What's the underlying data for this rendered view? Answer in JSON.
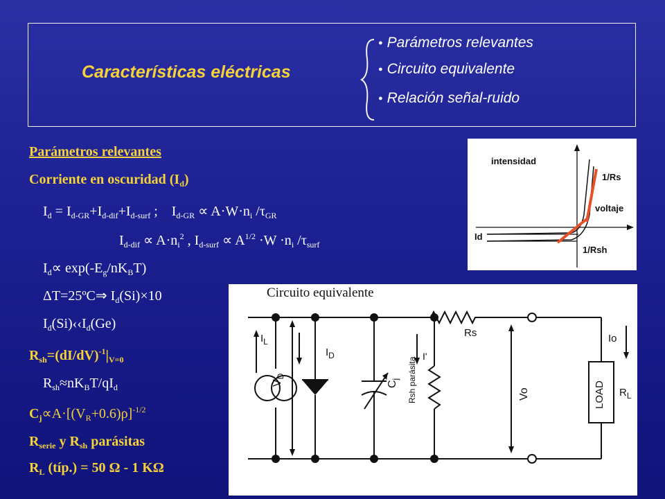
{
  "header": {
    "title": "Características eléctricas",
    "bullets": [
      "Parámetros relevantes",
      "Circuito equivalente",
      "Relación señal-ruido"
    ]
  },
  "left": {
    "section_heading": "Parámetros relevantes",
    "dark_current_label": "Corriente en oscuridad (I",
    "dark_current_sub": "d",
    "dark_current_close": ")"
  },
  "iv_graph": {
    "y_label": "intensidad",
    "x_label": "voltaje",
    "id_label": "Id",
    "rs_label": "1/Rs",
    "rsh_label": "1/Rsh",
    "curve_color": "#111111",
    "tangent_color": "#e8502a"
  },
  "circuit": {
    "title": "Circuito equivalente",
    "labels": {
      "il": "I",
      "il_sub": "L",
      "id": "I",
      "id_sub": "D",
      "vd": "V",
      "vd_sub": "D",
      "cj": "C",
      "cj_sub": "j",
      "rsh": "Rsh parásita",
      "iprime": "I'",
      "rs": "Rs",
      "vo": "Vo",
      "io": "Io",
      "load": "LOAD",
      "rl": "R",
      "rl_sub": "L"
    }
  },
  "colors": {
    "accent_yellow": "#f6d23a",
    "background": "#1d2193"
  }
}
